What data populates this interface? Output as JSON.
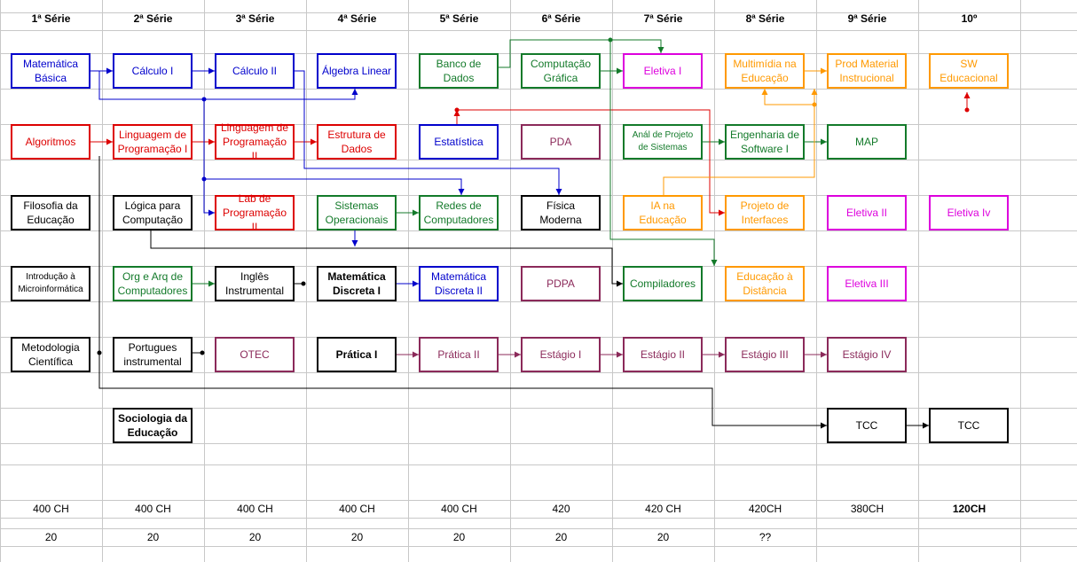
{
  "headers": [
    "1ª Série",
    "2ª Série",
    "3ª Série",
    "4ª Série",
    "5ª Série",
    "6ª Série",
    "7ª Série",
    "8ª Série",
    "9ª Série",
    "10º"
  ],
  "colors": {
    "blue": "#0000cc",
    "red": "#dd0000",
    "green": "#137a2a",
    "purple": "#8b2a5a",
    "magenta": "#dd00dd",
    "orange": "#ff9900",
    "black": "#000000",
    "grid": "#c8c8c8"
  },
  "boxes": [
    {
      "id": "mat-basica",
      "text": "Matemática\nBásica",
      "col": 0,
      "row": 0,
      "color": "blue"
    },
    {
      "id": "calculo-1",
      "text": "Cálculo I",
      "col": 1,
      "row": 0,
      "color": "blue"
    },
    {
      "id": "calculo-2",
      "text": "Cálculo II",
      "col": 2,
      "row": 0,
      "color": "blue"
    },
    {
      "id": "algebra-linear",
      "text": "Álgebra Linear",
      "col": 3,
      "row": 0,
      "color": "blue"
    },
    {
      "id": "banco-dados",
      "text": "Banco de\nDados",
      "col": 4,
      "row": 0,
      "color": "green"
    },
    {
      "id": "computacao-grafica",
      "text": "Computação\nGráfica",
      "col": 5,
      "row": 0,
      "color": "green"
    },
    {
      "id": "eletiva-1",
      "text": "Eletiva I",
      "col": 6,
      "row": 0,
      "color": "magenta"
    },
    {
      "id": "multimidia",
      "text": "Multimídia na\nEducação",
      "col": 7,
      "row": 0,
      "color": "orange"
    },
    {
      "id": "prod-material",
      "text": "Prod Material\nInstrucional",
      "col": 8,
      "row": 0,
      "color": "orange"
    },
    {
      "id": "sw-educacional",
      "text": "SW Educacional",
      "col": 9,
      "row": 0,
      "color": "orange"
    },
    {
      "id": "algoritmos",
      "text": "Algoritmos",
      "col": 0,
      "row": 1,
      "color": "red"
    },
    {
      "id": "ling-prog-1",
      "text": "Linguagem de\nProgramação I",
      "col": 1,
      "row": 1,
      "color": "red"
    },
    {
      "id": "ling-prog-2",
      "text": "Linguagem de\nProgramação II",
      "col": 2,
      "row": 1,
      "color": "red"
    },
    {
      "id": "estrutura-dados",
      "text": "Estrutura de\nDados",
      "col": 3,
      "row": 1,
      "color": "red"
    },
    {
      "id": "estatistica",
      "text": "Estatística",
      "col": 4,
      "row": 1,
      "color": "blue"
    },
    {
      "id": "pda",
      "text": "PDA",
      "col": 5,
      "row": 1,
      "color": "purple"
    },
    {
      "id": "anal-projeto",
      "text": "Anál de Projeto\nde Sistemas",
      "col": 6,
      "row": 1,
      "color": "green",
      "small": true
    },
    {
      "id": "eng-software",
      "text": "Engenharia de\nSoftware I",
      "col": 7,
      "row": 1,
      "color": "green"
    },
    {
      "id": "map",
      "text": "MAP",
      "col": 8,
      "row": 1,
      "color": "green"
    },
    {
      "id": "filosofia",
      "text": "Filosofia da\nEducação",
      "col": 0,
      "row": 2,
      "color": "black"
    },
    {
      "id": "logica",
      "text": "Lógica para\nComputação",
      "col": 1,
      "row": 2,
      "color": "black"
    },
    {
      "id": "lab-prog",
      "text": "Lab de\nProgramação II",
      "col": 2,
      "row": 2,
      "color": "red"
    },
    {
      "id": "sist-operacionais",
      "text": "Sistemas\nOperacionais",
      "col": 3,
      "row": 2,
      "color": "green"
    },
    {
      "id": "redes",
      "text": "Redes de\nComputadores",
      "col": 4,
      "row": 2,
      "color": "green"
    },
    {
      "id": "fisica-moderna",
      "text": "Física Moderna",
      "col": 5,
      "row": 2,
      "color": "black"
    },
    {
      "id": "ia-educacao",
      "text": "IA na\nEducação",
      "col": 6,
      "row": 2,
      "color": "orange"
    },
    {
      "id": "projeto-interfaces",
      "text": "Projeto de\nInterfaces",
      "col": 7,
      "row": 2,
      "color": "orange"
    },
    {
      "id": "eletiva-2",
      "text": "Eletiva II",
      "col": 8,
      "row": 2,
      "color": "magenta"
    },
    {
      "id": "eletiva-4",
      "text": "Eletiva Iv",
      "col": 9,
      "row": 2,
      "color": "magenta"
    },
    {
      "id": "intro-micro",
      "text": "Introdução à\nMicroinformática",
      "col": 0,
      "row": 3,
      "color": "black",
      "small": true
    },
    {
      "id": "org-arq",
      "text": "Org e Arq de\nComputadores",
      "col": 1,
      "row": 3,
      "color": "green"
    },
    {
      "id": "ingles",
      "text": "Inglês\nInstrumental",
      "col": 2,
      "row": 3,
      "color": "black"
    },
    {
      "id": "mat-discreta-1",
      "text": "Matemática\nDiscreta I",
      "col": 3,
      "row": 3,
      "color": "black",
      "bold": true
    },
    {
      "id": "mat-discreta-2",
      "text": "Matemática\nDiscreta II",
      "col": 4,
      "row": 3,
      "color": "blue"
    },
    {
      "id": "pdpa",
      "text": "PDPA",
      "col": 5,
      "row": 3,
      "color": "purple"
    },
    {
      "id": "compiladores",
      "text": "Compiladores",
      "col": 6,
      "row": 3,
      "color": "green"
    },
    {
      "id": "ead",
      "text": "Educação à\nDistância",
      "col": 7,
      "row": 3,
      "color": "orange"
    },
    {
      "id": "eletiva-3",
      "text": "Eletiva III",
      "col": 8,
      "row": 3,
      "color": "magenta"
    },
    {
      "id": "metodologia",
      "text": "Metodologia\nCientífica",
      "col": 0,
      "row": 4,
      "color": "black"
    },
    {
      "id": "portugues",
      "text": "Portugues\ninstrumental",
      "col": 1,
      "row": 4,
      "color": "black"
    },
    {
      "id": "otec",
      "text": "OTEC",
      "col": 2,
      "row": 4,
      "color": "purple"
    },
    {
      "id": "pratica-1",
      "text": "Prática I",
      "col": 3,
      "row": 4,
      "color": "black",
      "bold": true
    },
    {
      "id": "pratica-2",
      "text": "Prática II",
      "col": 4,
      "row": 4,
      "color": "purple"
    },
    {
      "id": "estagio-1",
      "text": "Estágio I",
      "col": 5,
      "row": 4,
      "color": "purple"
    },
    {
      "id": "estagio-2",
      "text": "Estágio II",
      "col": 6,
      "row": 4,
      "color": "purple"
    },
    {
      "id": "estagio-3",
      "text": "Estágio III",
      "col": 7,
      "row": 4,
      "color": "purple"
    },
    {
      "id": "estagio-4",
      "text": "Estágio IV",
      "col": 8,
      "row": 4,
      "color": "purple"
    },
    {
      "id": "sociologia",
      "text": "Sociologia da\nEducação",
      "col": 1,
      "row": 5,
      "color": "black",
      "bold": true
    },
    {
      "id": "tcc-1",
      "text": "TCC",
      "col": 8,
      "row": 5,
      "color": "black"
    },
    {
      "id": "tcc-2",
      "text": "TCC",
      "col": 9,
      "row": 5,
      "color": "black"
    }
  ],
  "hours": [
    "400 CH",
    "400 CH",
    "400 CH",
    "400 CH",
    "400 CH",
    "420",
    "420 CH",
    "420CH",
    "380CH",
    "120CH"
  ],
  "counts": [
    "20",
    "20",
    "20",
    "20",
    "20",
    "20",
    "20",
    "??",
    "",
    ""
  ]
}
